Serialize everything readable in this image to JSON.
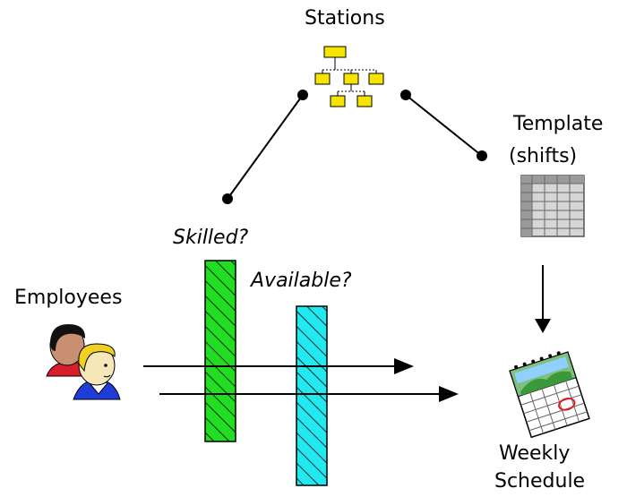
{
  "labels": {
    "stations": "Stations",
    "template_line1": "Template",
    "template_line2": "(shifts)",
    "skilled": "Skilled?",
    "available": "Available?",
    "employees": "Employees",
    "weekly_line1": "Weekly",
    "weekly_line2": "Schedule"
  },
  "colors": {
    "skilled_filter": "#22dd22",
    "available_filter": "#22e8f0",
    "org_box": "#f4e400",
    "template_grid": "#cccccc"
  },
  "icons": {
    "stations": "org-chart-icon",
    "template": "spreadsheet-icon",
    "employees": "people-icon",
    "schedule": "calendar-icon"
  }
}
